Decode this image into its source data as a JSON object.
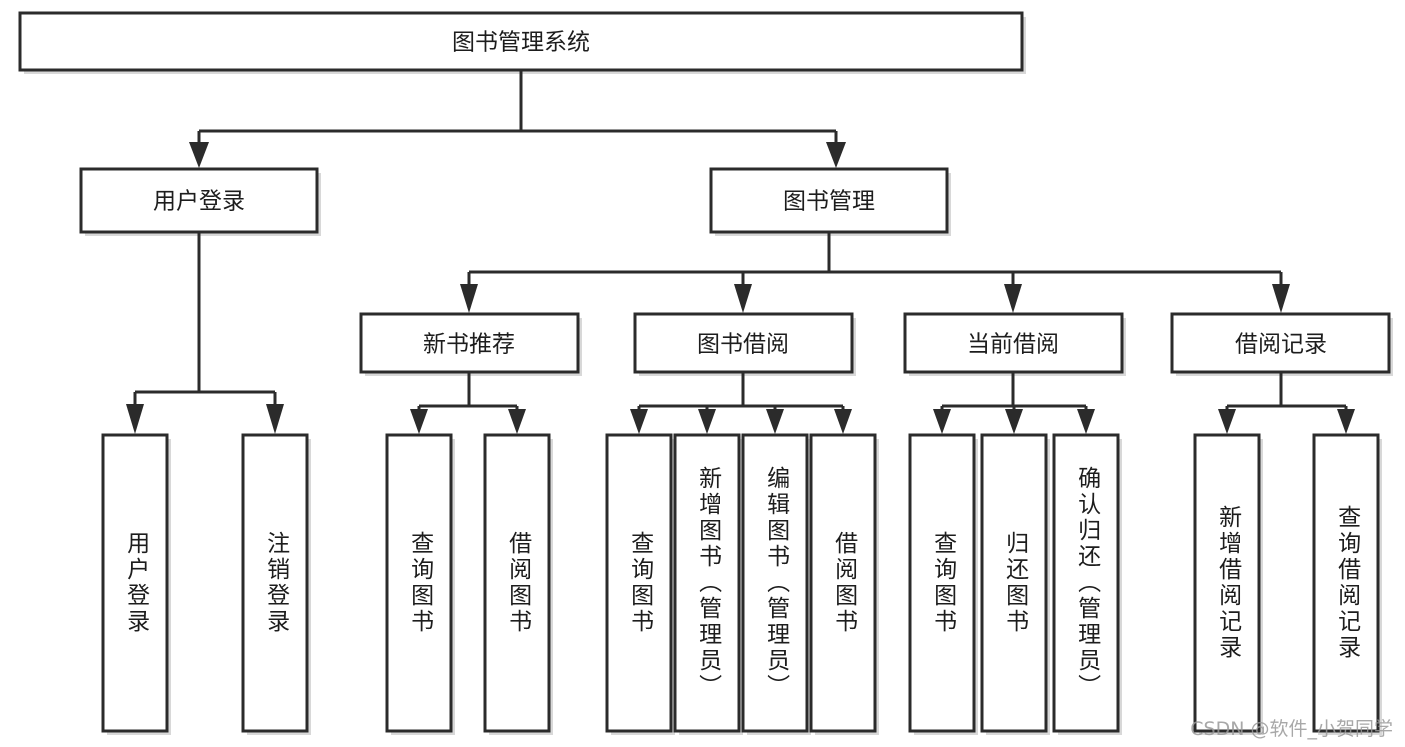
{
  "diagram": {
    "title": "图书管理系统",
    "type": "tree",
    "watermark": "CSDN @软件_小贺同学",
    "colors": {
      "box_fill": "#ffffff",
      "box_stroke": "#2b2b2b",
      "text": "#1d1d1d",
      "shadow": "#b8b8b8",
      "watermark": "#9a9a9a",
      "background": "#ffffff"
    },
    "root": {
      "label": "图书管理系统",
      "orientation": "horizontal"
    },
    "level2": [
      {
        "label": "用户登录",
        "orientation": "horizontal"
      },
      {
        "label": "图书管理",
        "orientation": "horizontal"
      }
    ],
    "level3": [
      {
        "label": "新书推荐",
        "orientation": "horizontal"
      },
      {
        "label": "图书借阅",
        "orientation": "horizontal"
      },
      {
        "label": "当前借阅",
        "orientation": "horizontal"
      },
      {
        "label": "借阅记录",
        "orientation": "horizontal"
      }
    ],
    "leaves": {
      "user_login": [
        {
          "label": "用户登录",
          "orientation": "vertical"
        },
        {
          "label": "注销登录",
          "orientation": "vertical"
        }
      ],
      "new_book_recommend": [
        {
          "label": "查询图书",
          "orientation": "vertical"
        },
        {
          "label": "借阅图书",
          "orientation": "vertical"
        }
      ],
      "book_borrow": [
        {
          "label": "查询图书",
          "orientation": "vertical"
        },
        {
          "label": "新增图书（管理员）",
          "orientation": "vertical"
        },
        {
          "label": "编辑图书（管理员）",
          "orientation": "vertical"
        },
        {
          "label": "借阅图书",
          "orientation": "vertical"
        }
      ],
      "current_borrow": [
        {
          "label": "查询图书",
          "orientation": "vertical"
        },
        {
          "label": "归还图书",
          "orientation": "vertical"
        },
        {
          "label": "确认归还（管理员）",
          "orientation": "vertical"
        }
      ],
      "borrow_record": [
        {
          "label": "新增借阅记录",
          "orientation": "vertical"
        },
        {
          "label": "查询借阅记录",
          "orientation": "vertical"
        }
      ]
    }
  }
}
